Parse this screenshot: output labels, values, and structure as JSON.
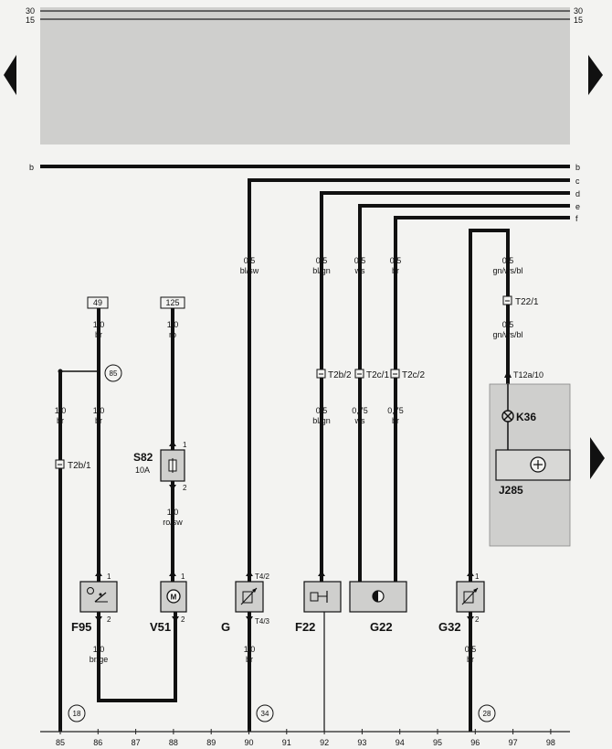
{
  "rails": {
    "top_left": "30",
    "top_right": "30",
    "second_left": "15",
    "second_right": "15"
  },
  "buses": {
    "b_left": "b",
    "b_right": "b",
    "c": "c",
    "d": "d",
    "e": "e",
    "f": "f"
  },
  "wires": {
    "w90_top_size": "0,5",
    "w90_top_color": "bl/sw",
    "w92_top_size": "0,5",
    "w92_top_color": "bl/gn",
    "w93_top_size": "0,5",
    "w93_top_color": "ws",
    "w94_top_size": "0,5",
    "w94_top_color": "br",
    "w97_top_size": "0,5",
    "w97_top_color": "gn/ws/bl",
    "w97_mid_size": "0,5",
    "w97_mid_color": "gn/ws/bl",
    "w86_top_size": "1,0",
    "w86_top_color": "br",
    "w88_top_size": "1,0",
    "w88_top_color": "ro",
    "w85_size": "1,0",
    "w85_color": "br",
    "w86_mid_size": "1,0",
    "w86_mid_color": "br",
    "w92_mid_size": "0,5",
    "w92_mid_color": "bl/gn",
    "w93_mid_size": "0,75",
    "w93_mid_color": "ws",
    "w94_mid_size": "0,75",
    "w94_mid_color": "br",
    "w88_mid_size": "1,0",
    "w88_mid_color": "ro/sw",
    "w86_bot_size": "1,0",
    "w86_bot_color": "br/ge",
    "w90_bot_size": "1,0",
    "w90_bot_color": "br",
    "w96_bot_size": "0,5",
    "w96_bot_color": "br"
  },
  "terminals": {
    "t49": "49",
    "t125": "125"
  },
  "connectors": {
    "T22_1": "T22/1",
    "T2b_2": "T2b/2",
    "T2c_1": "T2c/1",
    "T2c_2": "T2c/2",
    "T2b_1": "T2b/1",
    "T12a_10": "T12a/10",
    "T4_2": "T4/2",
    "T4_3": "T4/3"
  },
  "circles": {
    "c85": "85",
    "c18": "18",
    "c34": "34",
    "c28": "28"
  },
  "components": {
    "K36": "K36",
    "J285": "J285",
    "S82": "S82",
    "S82_rating": "10A",
    "F95": "F95",
    "V51": "V51",
    "G": "G",
    "F22": "F22",
    "G22": "G22",
    "G32": "G32"
  },
  "pins": {
    "F95_1": "1",
    "F95_2": "2",
    "V51_1": "1",
    "V51_2": "2",
    "S82_1": "1",
    "S82_2": "2",
    "G32_1": "1",
    "G32_2": "2"
  },
  "tracks": [
    "85",
    "86",
    "87",
    "88",
    "89",
    "90",
    "91",
    "92",
    "93",
    "94",
    "95",
    "96",
    "97",
    "98"
  ]
}
